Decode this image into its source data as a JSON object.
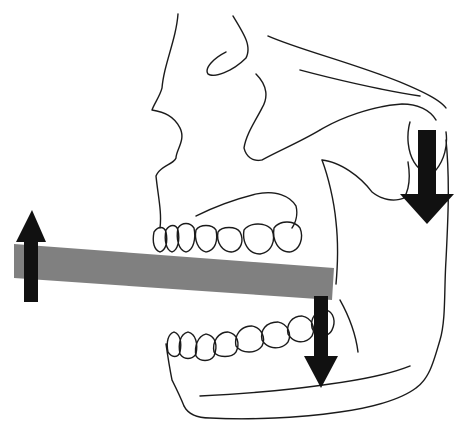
{
  "diagram": {
    "colors": {
      "background": "#ffffff",
      "line": "#1a1a1a",
      "bar": "#808080",
      "arrow": "#111111"
    },
    "elements": [
      "skull-outline",
      "mandible-outline",
      "upper-teeth",
      "lower-teeth",
      "lever-bar",
      "arrow-up-left",
      "arrow-down-middle",
      "arrow-down-right"
    ]
  }
}
